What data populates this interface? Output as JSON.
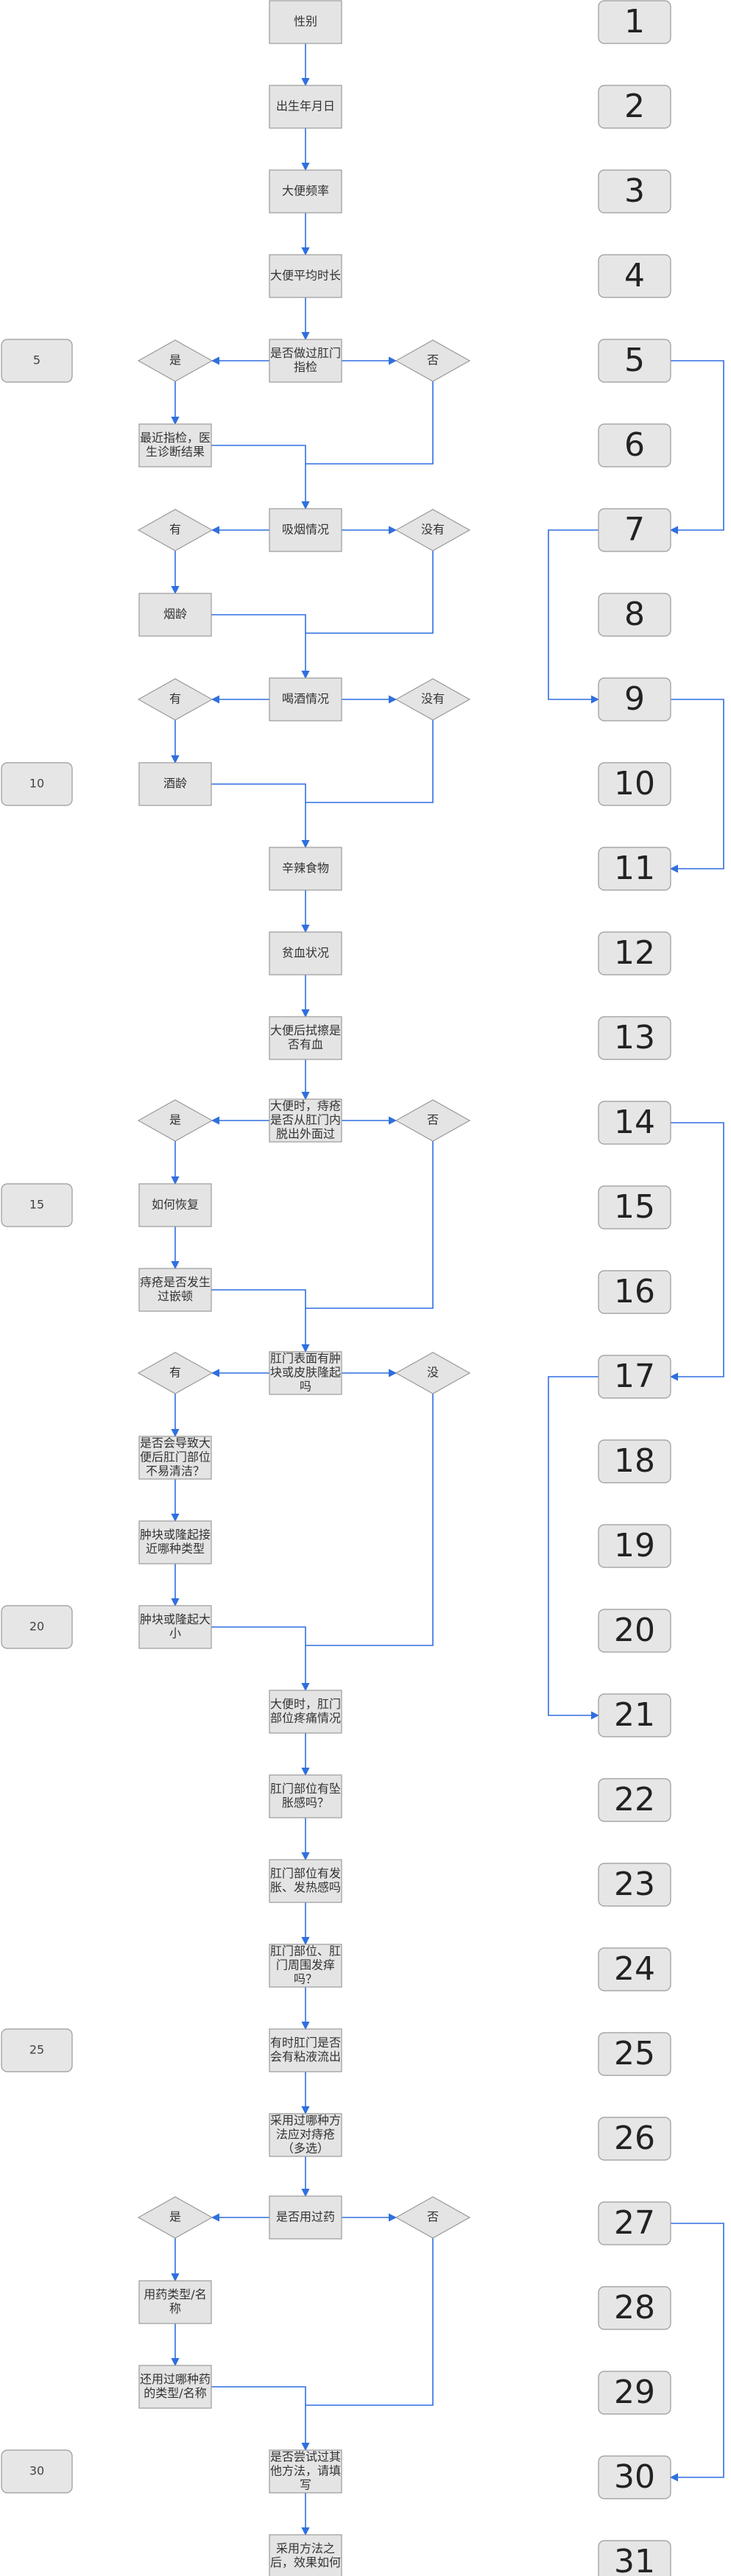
{
  "colors": {
    "node_fill": "#e4e4e4",
    "node_stroke": "#9a9a9a",
    "edge": "#2f6fe0",
    "num_fill": "#e6e6e6",
    "text": "#333333"
  },
  "nodes": [
    {
      "id": "n1",
      "shape": "rect",
      "lines": [
        "性别"
      ]
    },
    {
      "id": "n2",
      "shape": "rect",
      "lines": [
        "出生年月日"
      ]
    },
    {
      "id": "n3",
      "shape": "rect",
      "lines": [
        "大便频率"
      ]
    },
    {
      "id": "n4",
      "shape": "rect",
      "lines": [
        "大便平均时长"
      ]
    },
    {
      "id": "n5",
      "shape": "rect",
      "lines": [
        "是否做过肛门",
        "指检"
      ]
    },
    {
      "id": "n5y",
      "shape": "diamond",
      "lines": [
        "是"
      ]
    },
    {
      "id": "n5n",
      "shape": "diamond",
      "lines": [
        "否"
      ]
    },
    {
      "id": "n6",
      "shape": "rect",
      "lines": [
        "最近指检，医",
        "生诊断结果"
      ]
    },
    {
      "id": "n7",
      "shape": "rect",
      "lines": [
        "吸烟情况"
      ]
    },
    {
      "id": "n7y",
      "shape": "diamond",
      "lines": [
        "有"
      ]
    },
    {
      "id": "n7n",
      "shape": "diamond",
      "lines": [
        "没有"
      ]
    },
    {
      "id": "n8",
      "shape": "rect",
      "lines": [
        "烟龄"
      ]
    },
    {
      "id": "n9",
      "shape": "rect",
      "lines": [
        "喝酒情况"
      ]
    },
    {
      "id": "n9y",
      "shape": "diamond",
      "lines": [
        "有"
      ]
    },
    {
      "id": "n9n",
      "shape": "diamond",
      "lines": [
        "没有"
      ]
    },
    {
      "id": "n10",
      "shape": "rect",
      "lines": [
        "酒龄"
      ]
    },
    {
      "id": "n11",
      "shape": "rect",
      "lines": [
        "辛辣食物"
      ]
    },
    {
      "id": "n12",
      "shape": "rect",
      "lines": [
        "贫血状况"
      ]
    },
    {
      "id": "n13",
      "shape": "rect",
      "lines": [
        "大便后拭擦是",
        "否有血"
      ]
    },
    {
      "id": "n14",
      "shape": "rect",
      "lines": [
        "大便时，痔疮",
        "是否从肛门内",
        "脱出外面过"
      ]
    },
    {
      "id": "n14y",
      "shape": "diamond",
      "lines": [
        "是"
      ]
    },
    {
      "id": "n14n",
      "shape": "diamond",
      "lines": [
        "否"
      ]
    },
    {
      "id": "n15",
      "shape": "rect",
      "lines": [
        "如何恢复"
      ]
    },
    {
      "id": "n16",
      "shape": "rect",
      "lines": [
        "痔疮是否发生",
        "过嵌顿"
      ]
    },
    {
      "id": "n17",
      "shape": "rect",
      "lines": [
        "肛门表面有肿",
        "块或皮肤隆起",
        "吗"
      ]
    },
    {
      "id": "n17y",
      "shape": "diamond",
      "lines": [
        "有"
      ]
    },
    {
      "id": "n17n",
      "shape": "diamond",
      "lines": [
        "没"
      ]
    },
    {
      "id": "n18",
      "shape": "rect",
      "lines": [
        "是否会导致大",
        "便后肛门部位",
        "不易清洁？"
      ]
    },
    {
      "id": "n19",
      "shape": "rect",
      "lines": [
        "肿块或隆起接",
        "近哪种类型"
      ]
    },
    {
      "id": "n20",
      "shape": "rect",
      "lines": [
        "肿块或隆起大",
        "小"
      ]
    },
    {
      "id": "n21",
      "shape": "rect",
      "lines": [
        "大便时，肛门",
        "部位疼痛情况"
      ]
    },
    {
      "id": "n22",
      "shape": "rect",
      "lines": [
        "肛门部位有坠",
        "胀感吗？"
      ]
    },
    {
      "id": "n23",
      "shape": "rect",
      "lines": [
        "肛门部位有发",
        "胀、发热感吗"
      ]
    },
    {
      "id": "n24",
      "shape": "rect",
      "lines": [
        "肛门部位、肛",
        "门周围发痒",
        "吗？"
      ]
    },
    {
      "id": "n25",
      "shape": "rect",
      "lines": [
        "有时肛门是否",
        "会有粘液流出"
      ]
    },
    {
      "id": "n26",
      "shape": "rect",
      "lines": [
        "采用过哪种方",
        "法应对痔疮",
        "（多选）"
      ]
    },
    {
      "id": "n27",
      "shape": "rect",
      "lines": [
        "是否用过药"
      ]
    },
    {
      "id": "n27y",
      "shape": "diamond",
      "lines": [
        "是"
      ]
    },
    {
      "id": "n27n",
      "shape": "diamond",
      "lines": [
        "否"
      ]
    },
    {
      "id": "n28",
      "shape": "rect",
      "lines": [
        "用药类型/名",
        "称"
      ]
    },
    {
      "id": "n29",
      "shape": "rect",
      "lines": [
        "还用过哪种药",
        "的类型/名称"
      ]
    },
    {
      "id": "n30",
      "shape": "rect",
      "lines": [
        "是否尝试过其",
        "他方法，请填",
        "写"
      ]
    },
    {
      "id": "n31",
      "shape": "rect",
      "lines": [
        "采用方法之",
        "后，效果如何"
      ]
    }
  ],
  "numbers": [
    "1",
    "2",
    "3",
    "4",
    "5",
    "6",
    "7",
    "8",
    "9",
    "10",
    "11",
    "12",
    "13",
    "14",
    "15",
    "16",
    "17",
    "18",
    "19",
    "20",
    "21",
    "22",
    "23",
    "24",
    "25",
    "26",
    "27",
    "28",
    "29",
    "30",
    "31"
  ],
  "side_labels": [
    "5",
    "10",
    "15",
    "20",
    "25",
    "30"
  ]
}
